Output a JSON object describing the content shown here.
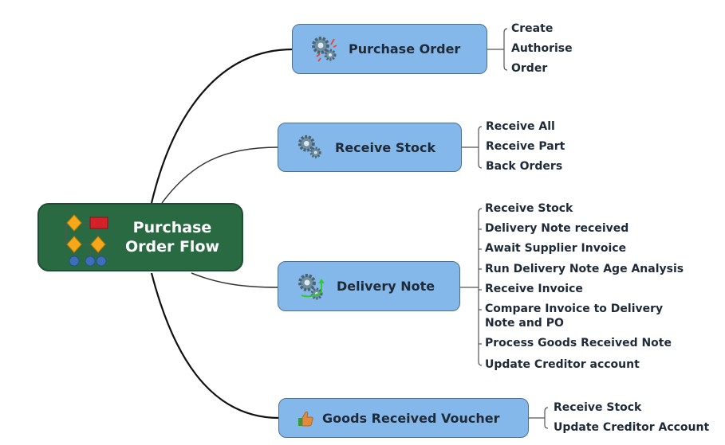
{
  "root": {
    "title_line1": "Purchase",
    "title_line2": "Order Flow",
    "icon": "flowchart-icon",
    "color": "#2a6a43"
  },
  "branches": [
    {
      "label": "Purchase Order",
      "icon": "gears-sparkle-icon",
      "leaves": [
        "Create",
        "Authorise",
        "Order"
      ]
    },
    {
      "label": "Receive Stock",
      "icon": "gears-icon",
      "leaves": [
        "Receive All",
        "Receive Part",
        "Back Orders"
      ]
    },
    {
      "label": "Delivery Note",
      "icon": "gears-arrow-icon",
      "leaves": [
        "Receive Stock",
        "Delivery Note received",
        "Await Supplier Invoice",
        "Run Delivery Note Age Analysis",
        "Receive Invoice",
        "Compare Invoice to Delivery",
        "Note and PO",
        "Process Goods Received Note",
        "Update Creditor account"
      ]
    },
    {
      "label": "Goods Received Voucher",
      "icon": "thumbs-up-icon",
      "leaves": [
        "Receive Stock",
        "Update Creditor Account"
      ]
    }
  ],
  "colors": {
    "node_fill": "#85b8ea",
    "node_border": "#4f6f8f",
    "text": "#1f2a38"
  }
}
